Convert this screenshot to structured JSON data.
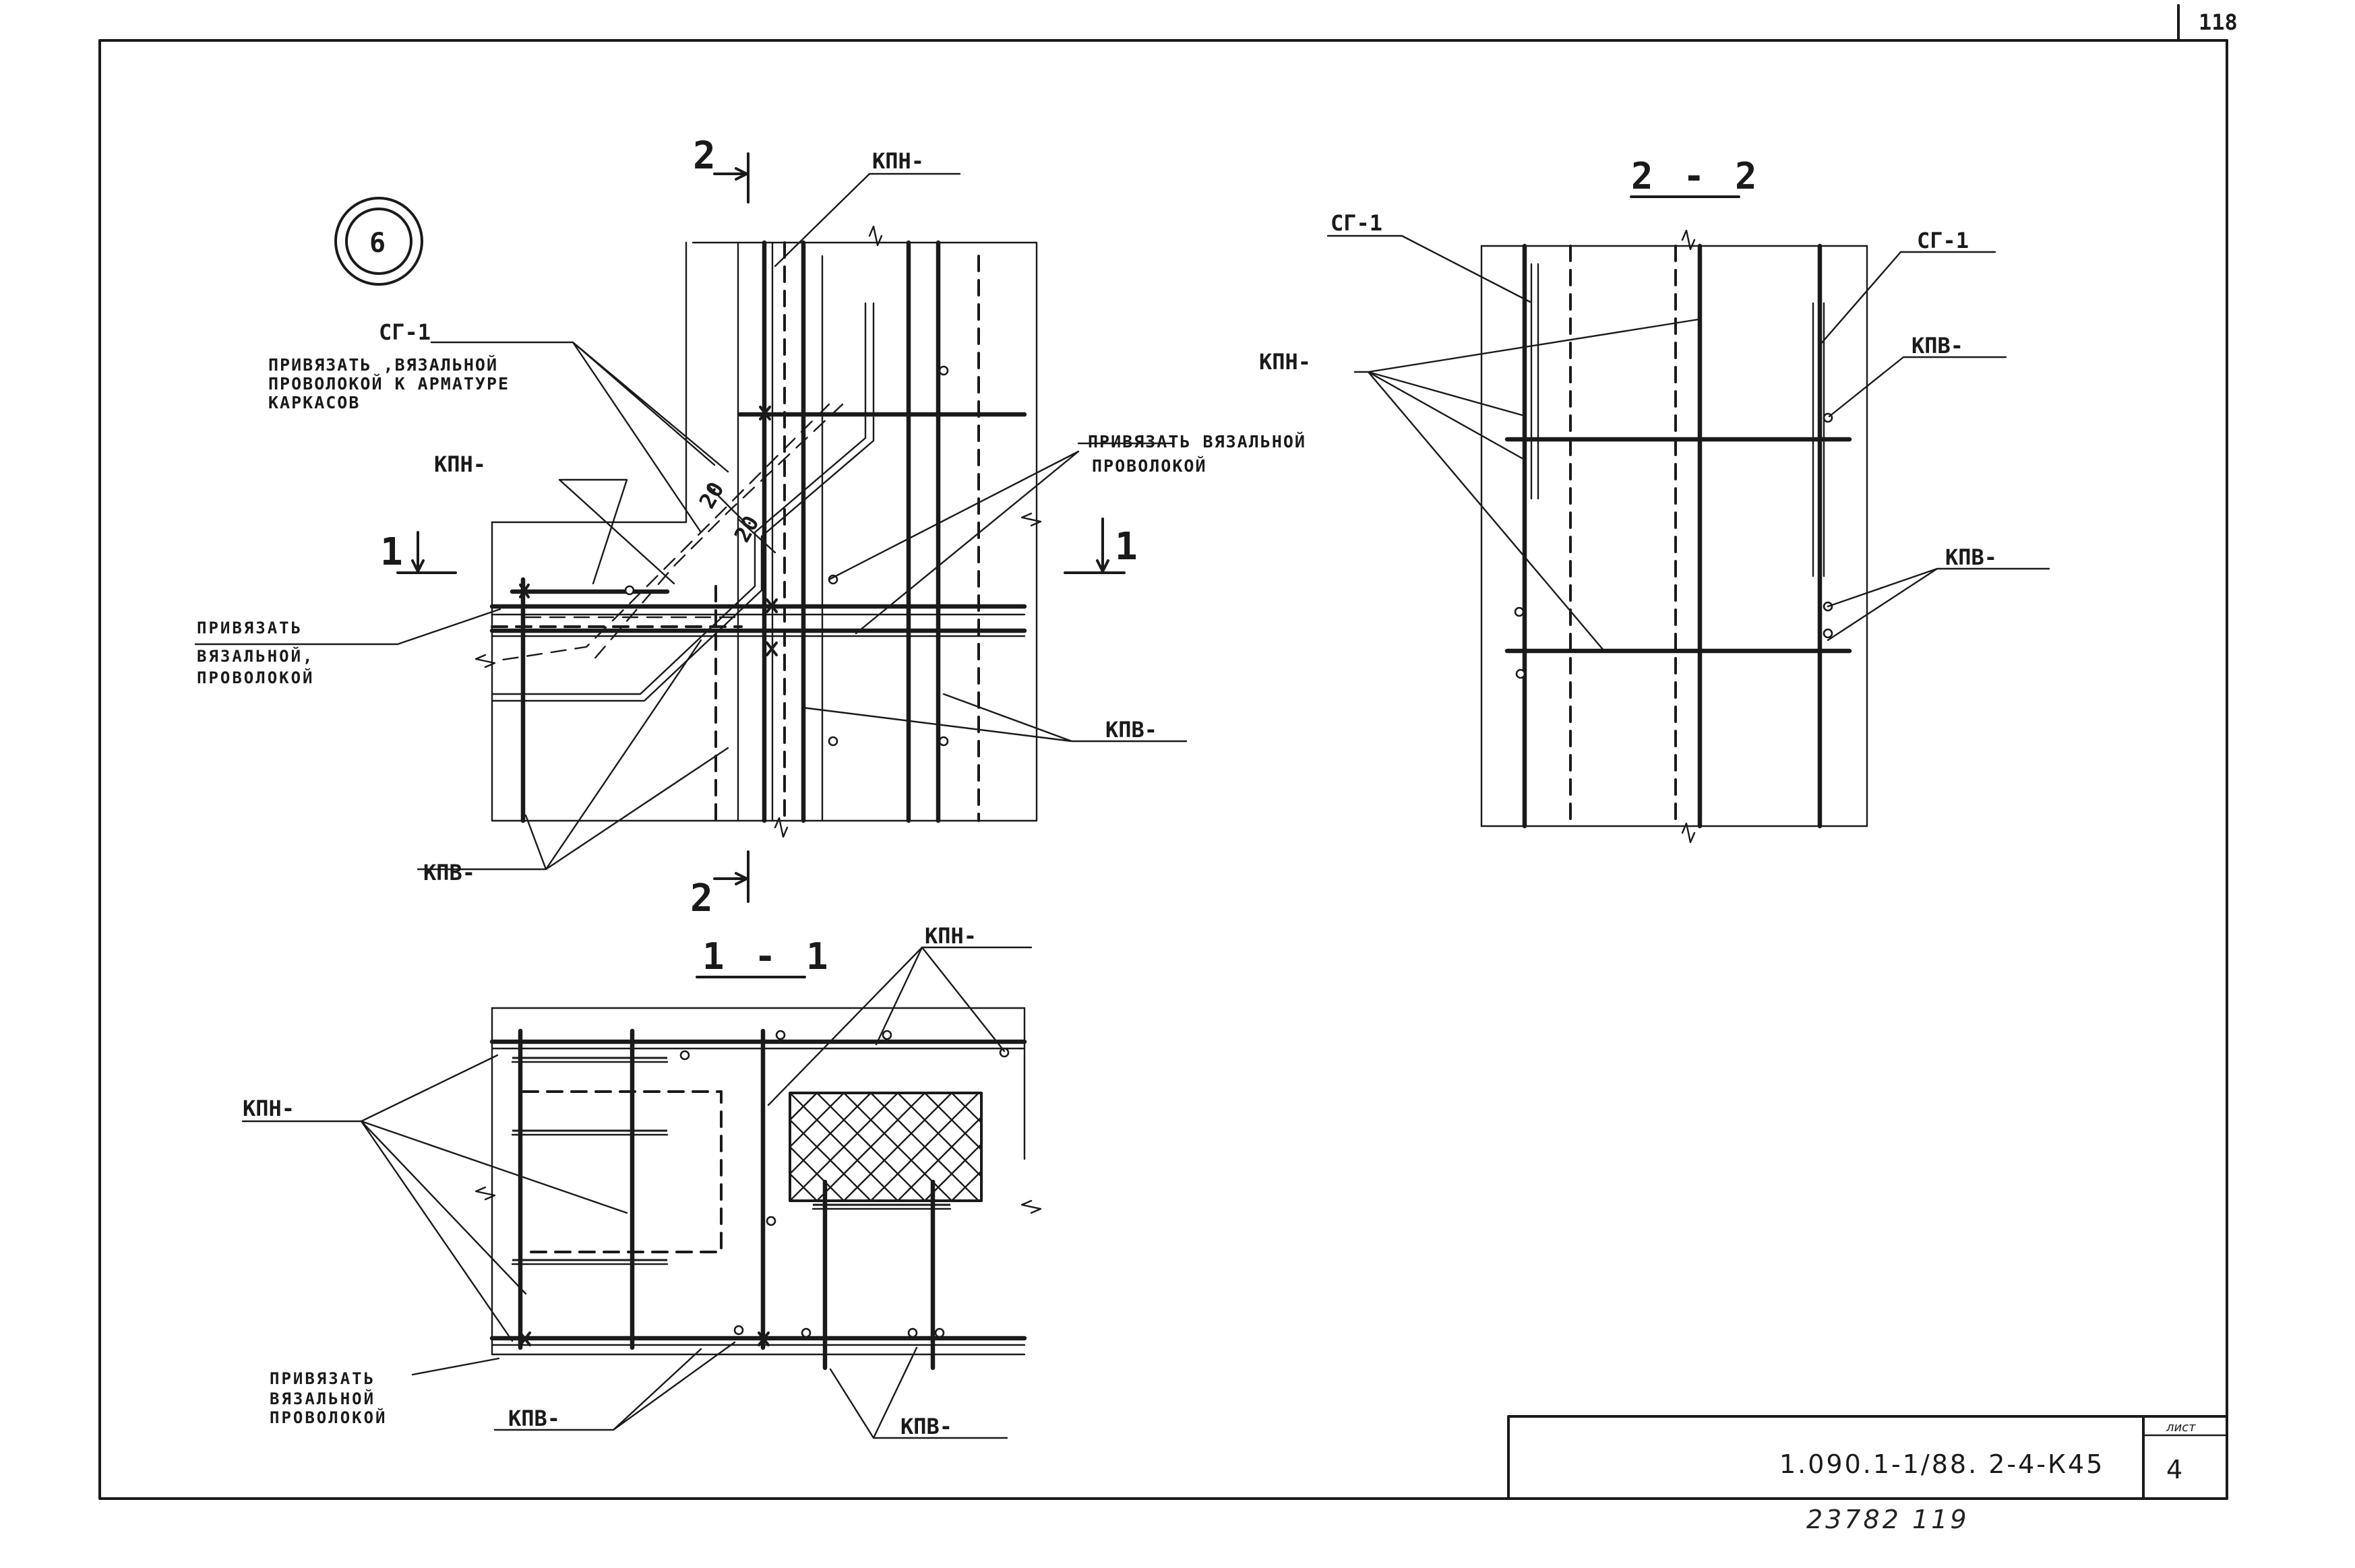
{
  "page_number": "118",
  "marker_number": "6",
  "sheet_code": "1.090.1-1/88. 2-4-К45",
  "sheet_label": "лист",
  "sheet_no": "4",
  "archive_no": "23782  119",
  "labels": {
    "kpn": "КПН-",
    "kpv": "КПВ-",
    "sg1": "СГ-1",
    "tie_cages_1": "ПРИВЯЗАТЬ ,ВЯЗАЛЬНОЙ",
    "tie_cages_2": "ПРОВОЛОКОЙ К АРМАТУРЕ",
    "tie_cages_3": "КАРКАСОВ",
    "tie_wire_1": "ПРИВЯЗАТЬ ВЯЗАЛЬНОЙ",
    "tie_wire_2": "ПРОВОЛОКОЙ",
    "tie_a": "ПРИВЯЗАТЬ",
    "tie_b": "ВЯЗАЛЬНОЙ,",
    "tie_c": "ПРОВОЛОКОЙ",
    "tie_d": "ПРИВЯЗАТЬ",
    "tie_e": "ВЯЗАЛЬНОЙ",
    "tie_f": "ПРОВОЛОКОЙ",
    "dim_20": "20"
  },
  "sections": {
    "s11": "1 - 1",
    "s22": "2 - 2",
    "cut1": "1",
    "cut2": "2"
  }
}
